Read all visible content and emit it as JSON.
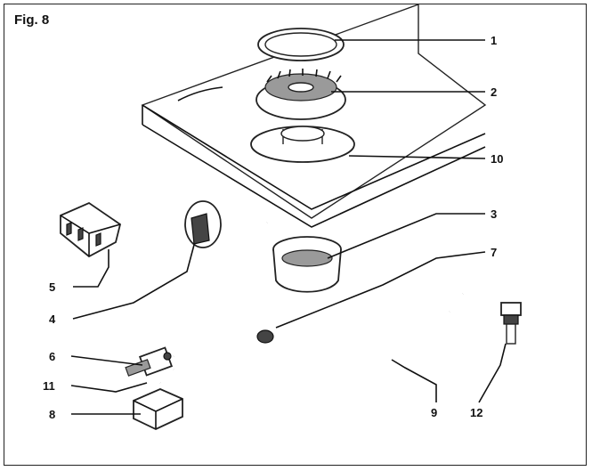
{
  "figure": {
    "title": "Fig. 8"
  },
  "callouts": [
    "1",
    "2",
    "10",
    "3",
    "5",
    "7",
    "4",
    "6",
    "11",
    "8",
    "9",
    "12"
  ]
}
